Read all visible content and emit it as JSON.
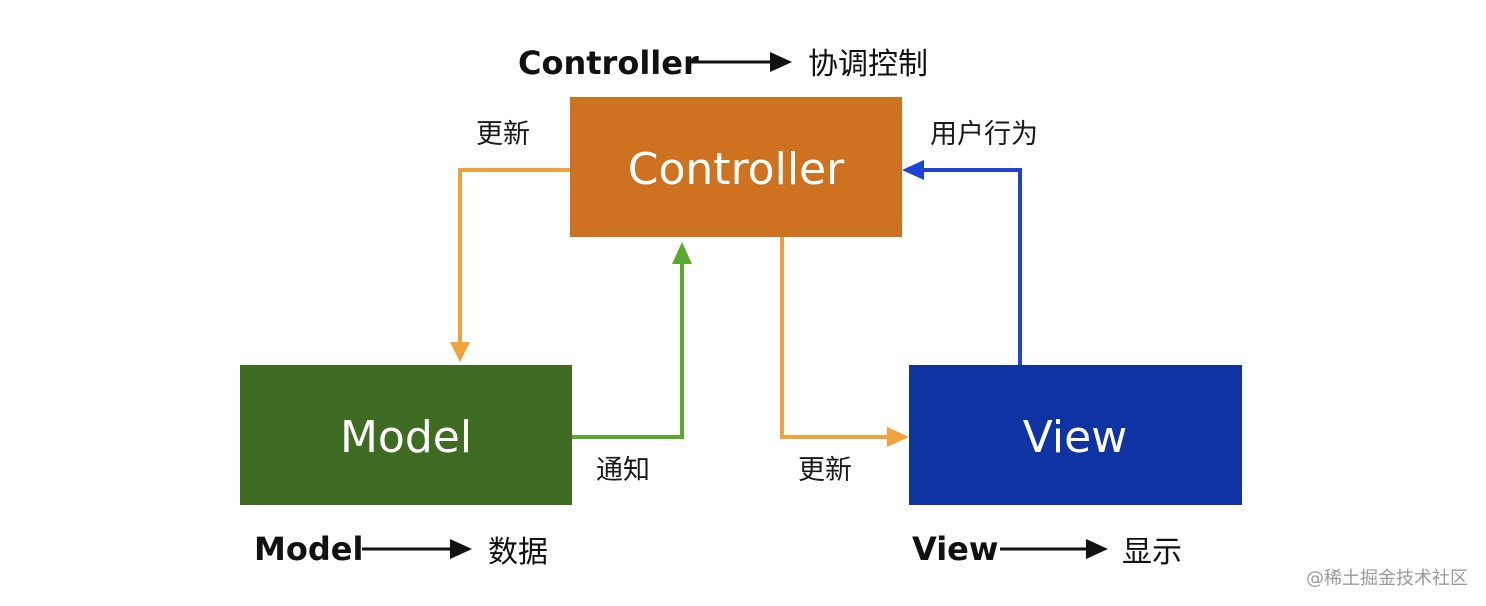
{
  "colors": {
    "controller": "#cf7220",
    "model": "#3f6b22",
    "view": "#0f33a3",
    "update_edge": "#f0a23c",
    "notify_edge": "#5aaa32",
    "action_edge": "#1d44d6",
    "legend_arrow": "#111111"
  },
  "nodes": {
    "controller": {
      "label": "Controller"
    },
    "model": {
      "label": "Model"
    },
    "view": {
      "label": "View"
    }
  },
  "edges": {
    "controller_to_model": {
      "label": "更新"
    },
    "model_to_controller": {
      "label": "通知"
    },
    "controller_to_view": {
      "label": "更新"
    },
    "view_to_controller": {
      "label": "用户行为"
    }
  },
  "legend": {
    "controller": {
      "term": "Controller",
      "meaning": "协调控制"
    },
    "model": {
      "term": "Model",
      "meaning": "数据"
    },
    "view": {
      "term": "View",
      "meaning": "显示"
    }
  },
  "watermark": "@稀土掘金技术社区"
}
